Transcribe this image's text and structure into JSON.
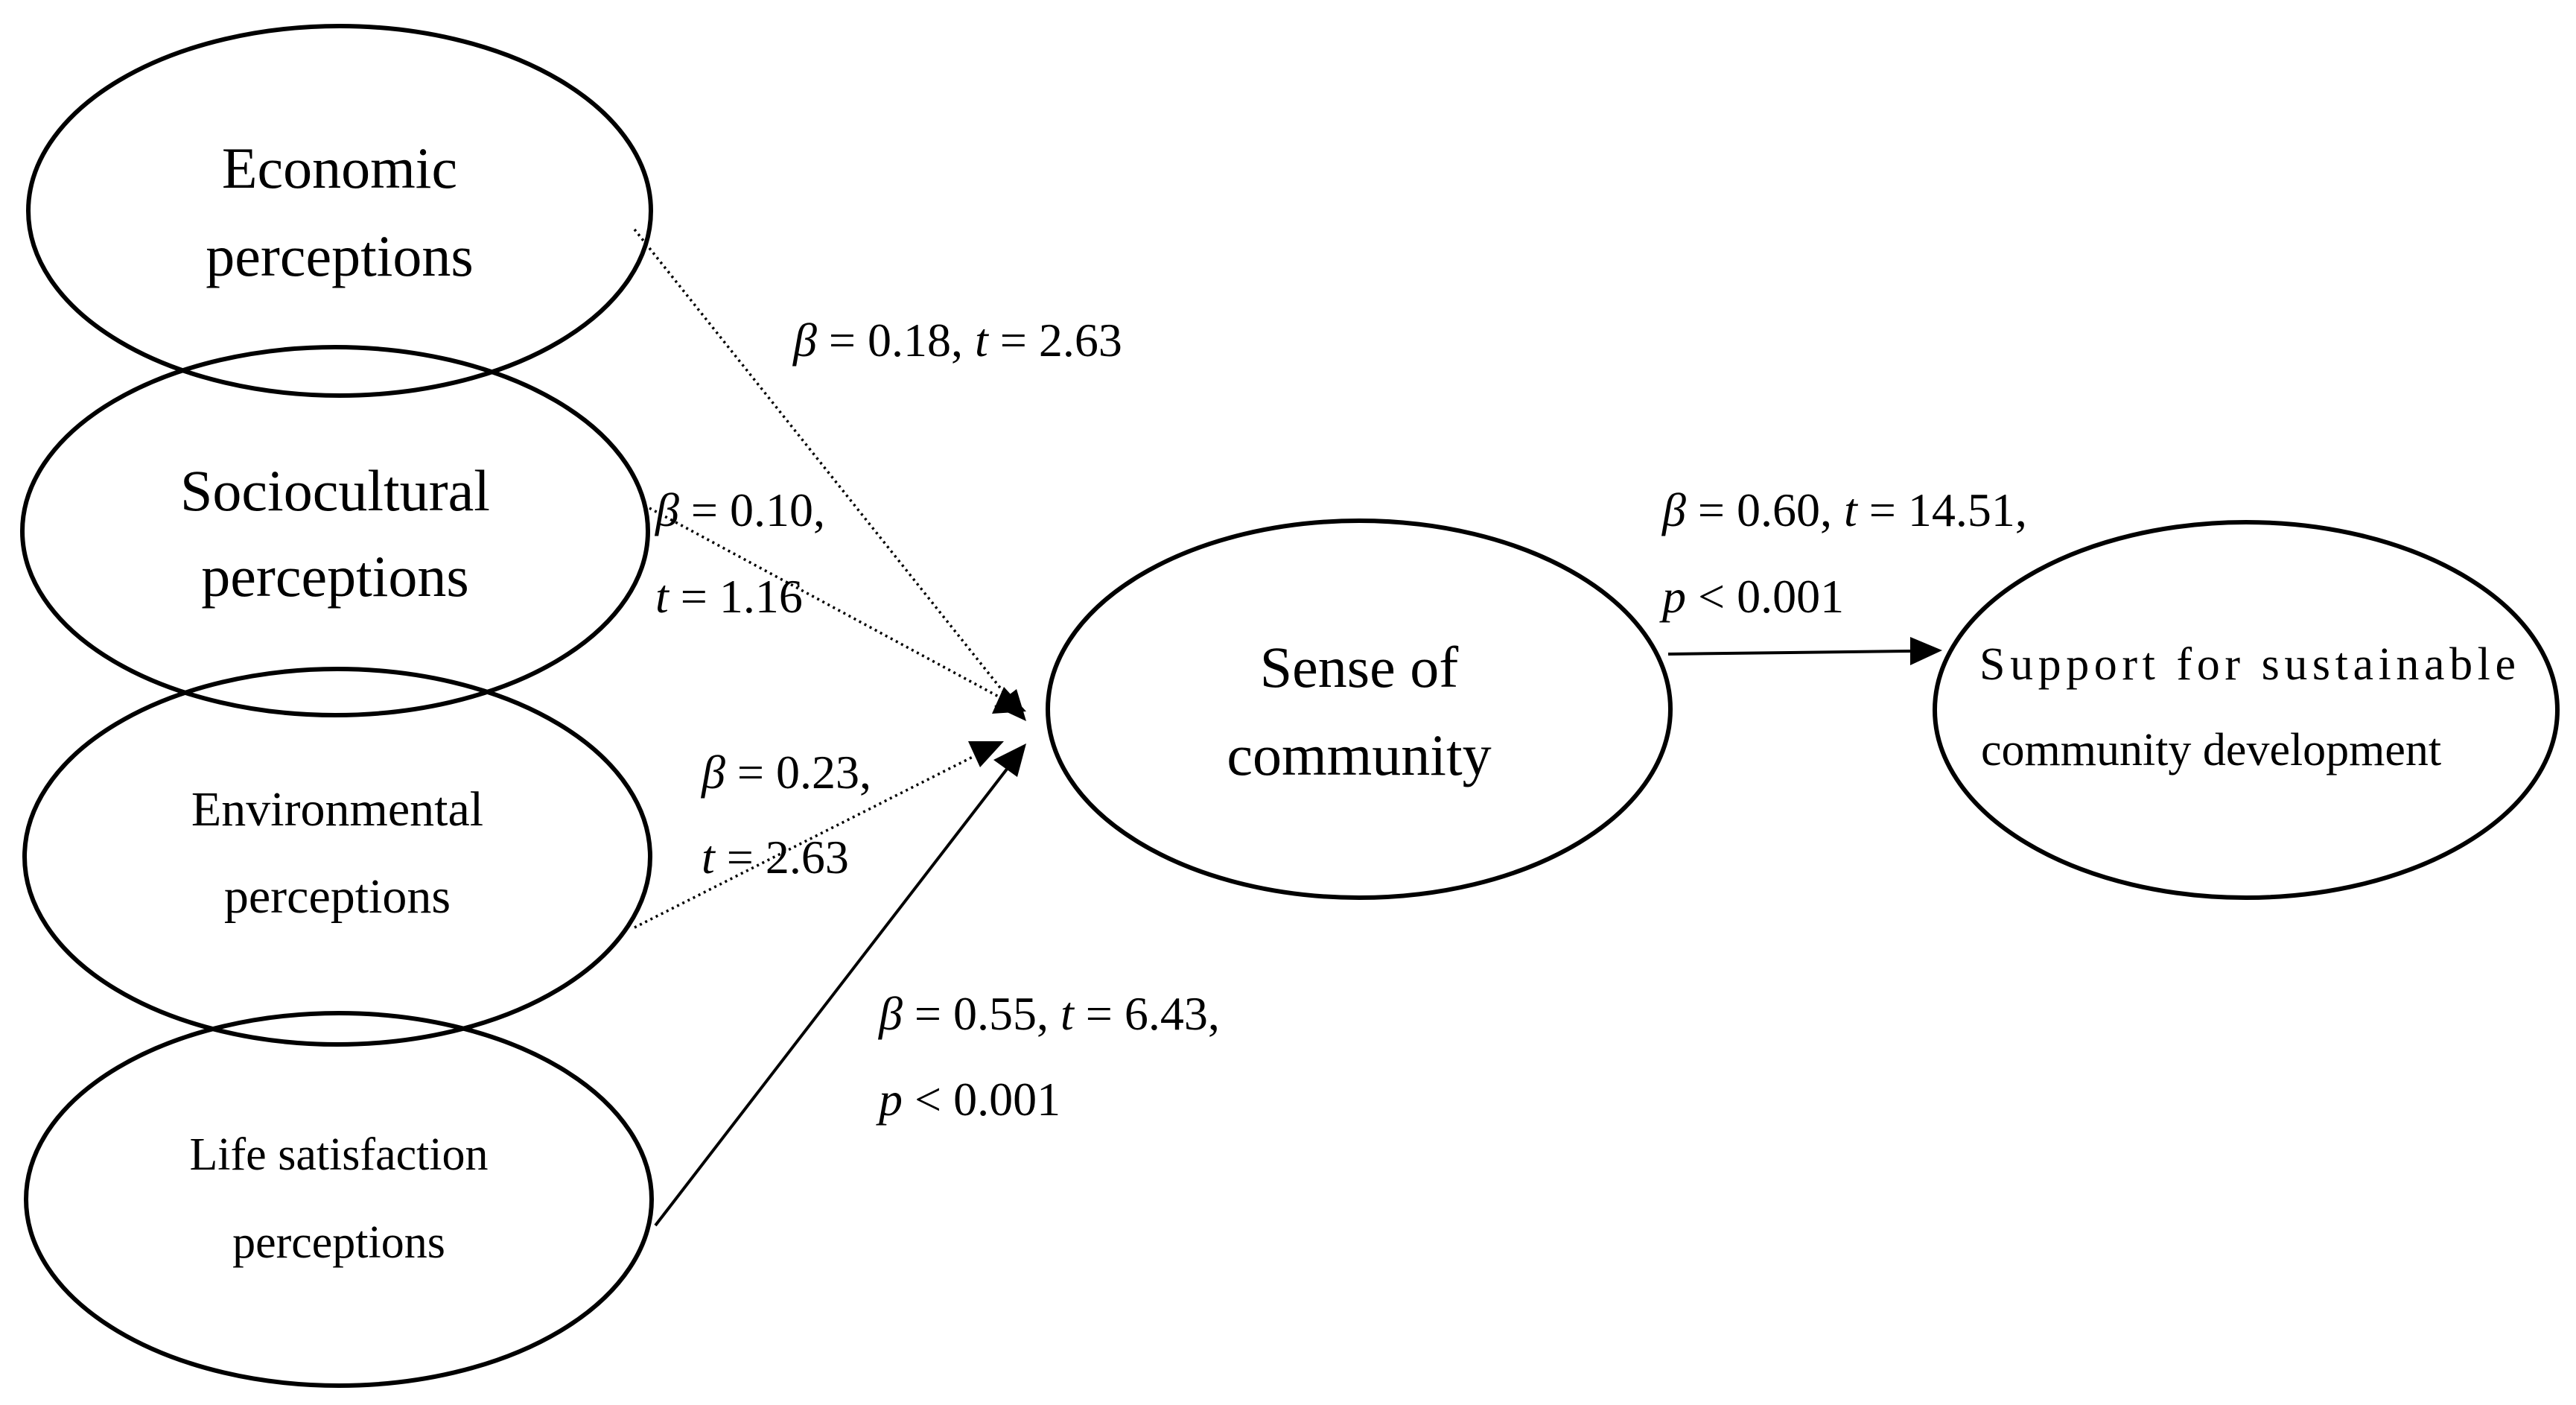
{
  "nodes": {
    "economic": {
      "line1": "Economic",
      "line2": "perceptions"
    },
    "sociocultural": {
      "line1": "Sociocultural",
      "line2": "perceptions"
    },
    "environmental": {
      "line1": "Environmental",
      "line2": "perceptions"
    },
    "life": {
      "line1": "Life satisfaction",
      "line2": "perceptions"
    },
    "sense": {
      "line1": "Sense of",
      "line2": "community"
    },
    "support": {
      "line1": "Support for sustainable",
      "line2": "community development"
    }
  },
  "paths": {
    "economic": {
      "beta_symbol": "β",
      "beta_value": " = 0.18, ",
      "t_symbol": "t",
      "t_value": " = 2.63",
      "style": "dotted"
    },
    "sociocultural": {
      "beta_symbol": "β",
      "beta_value": " = 0.10,",
      "t_symbol": "t",
      "t_value": " = 1.16",
      "style": "dotted"
    },
    "environmental": {
      "beta_symbol": "β",
      "beta_value": " = 0.23,",
      "t_symbol": "t",
      "t_value": " = 2.63",
      "style": "dotted"
    },
    "life": {
      "beta_symbol": "β",
      "beta_value": " = 0.55, ",
      "t_symbol": "t",
      "t_value": " = 6.43,",
      "p_symbol": "p",
      "p_value": " < 0.001",
      "style": "solid"
    },
    "sense_support": {
      "beta_symbol": "β",
      "beta_value": " = 0.60, ",
      "t_symbol": "t",
      "t_value": " = 14.51,",
      "p_symbol": "p",
      "p_value": " < 0.001",
      "style": "solid"
    }
  }
}
